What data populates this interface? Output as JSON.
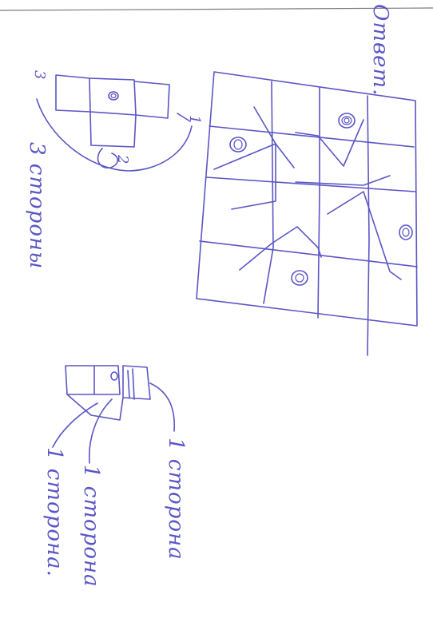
{
  "labels": {
    "answer": "Ответ.",
    "three_sides": "3 стороны",
    "digit_three": "3",
    "digit_two": "2",
    "digit_one": "1",
    "one_side_a": "1 сторона",
    "one_side_b": "1 сторона",
    "one_side_c": "1 сторона."
  },
  "colors": {
    "ink": "#5a56c6",
    "pencil": "#7a7a7a",
    "paper": "#ffffff"
  }
}
